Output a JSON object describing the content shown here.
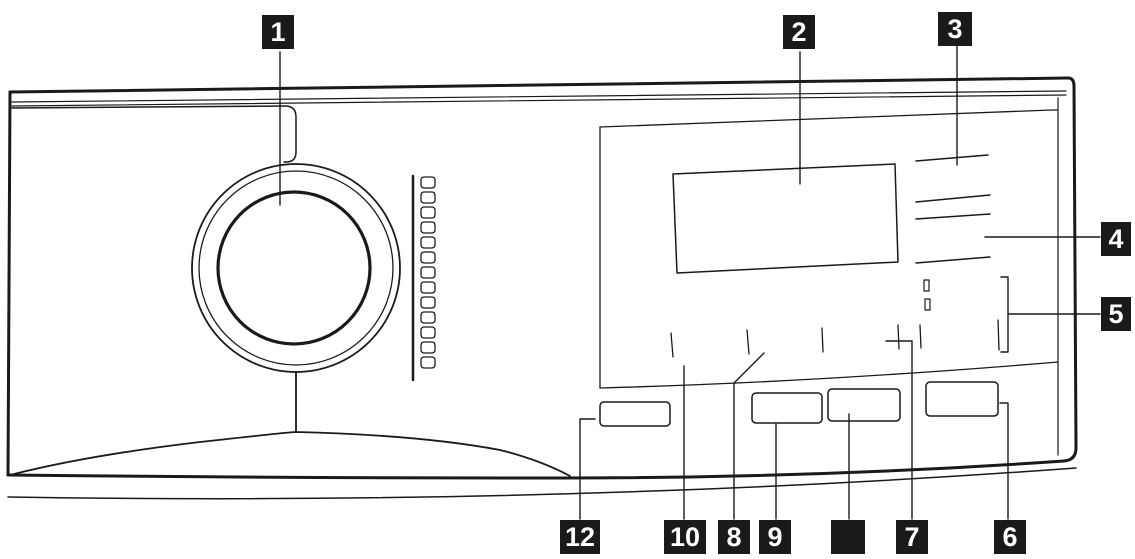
{
  "callouts": {
    "c1": "1",
    "c2": "2",
    "c3": "3",
    "c4": "4",
    "c5": "5",
    "c6": "6",
    "c7": "7",
    "c8": "8",
    "c9": "9",
    "c10": "10",
    "c11": "",
    "c12": "12"
  }
}
